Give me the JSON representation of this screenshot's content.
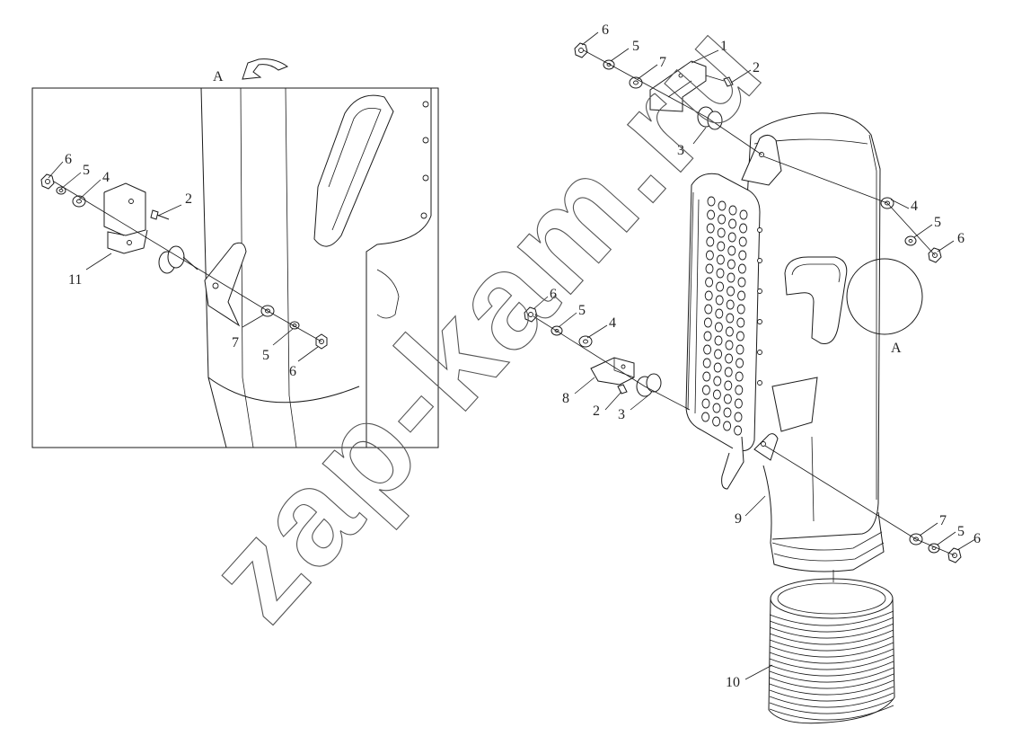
{
  "view": {
    "label": "A"
  },
  "watermark": {
    "text": "zap-kam.ru"
  },
  "callouts": {
    "d_6": "6",
    "d_5": "5",
    "d_4": "4",
    "d_2": "2",
    "d_11": "11",
    "d_7b": "7",
    "d_5b": "5",
    "d_6b": "6",
    "t_6": "6",
    "t_5": "5",
    "t_7": "7",
    "t_1": "1",
    "t_2": "2",
    "t_3": "3",
    "r_4": "4",
    "r_5": "5",
    "r_6": "6",
    "m_6": "6",
    "m_5": "5",
    "m_4": "4",
    "m_8": "8",
    "m_2": "2",
    "m_3": "3",
    "c_A": "A",
    "b_9": "9",
    "b_7": "7",
    "b_5": "5",
    "b_6": "6",
    "b_10": "10"
  }
}
